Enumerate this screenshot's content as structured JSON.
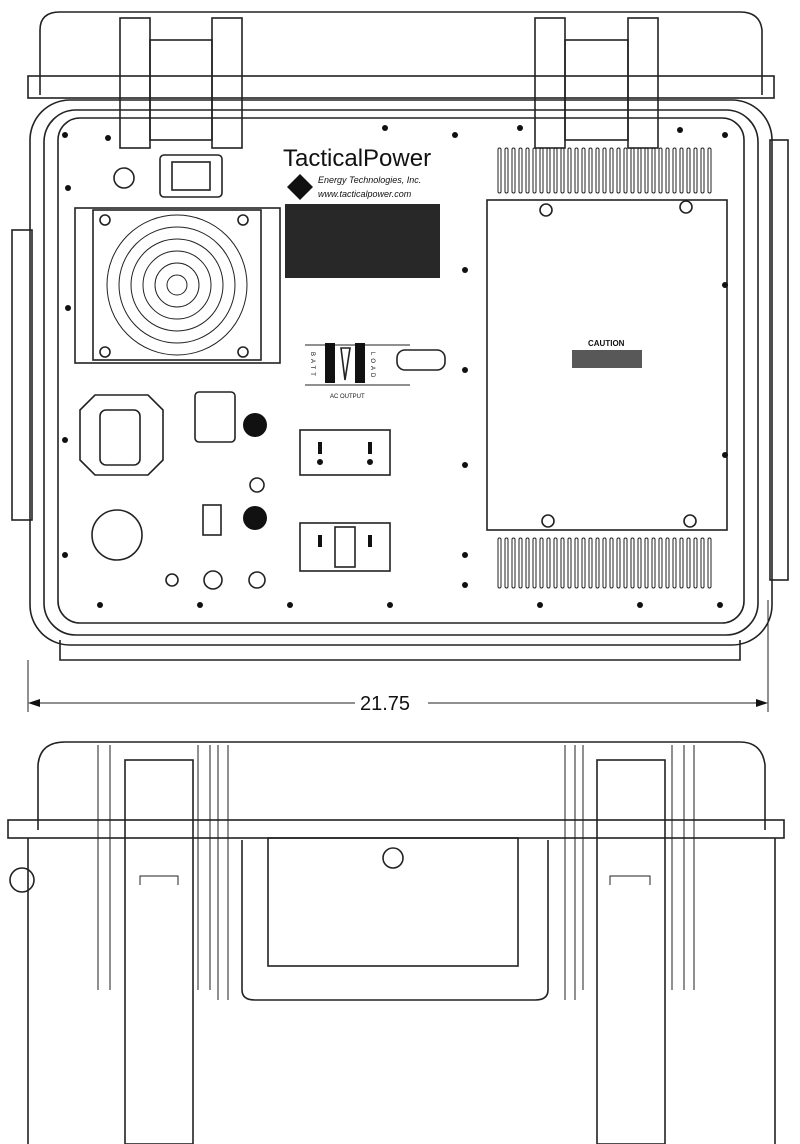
{
  "front_view": {
    "brand": "TacticalPower",
    "brand_sub": "Energy Technologies, Inc.",
    "website": "www.tacticalpower.com",
    "switch_left_label": "BATT",
    "switch_right_label": "LOAD",
    "ac_output_label": "AC OUTPUT",
    "caution_label": "CAUTION",
    "width_dimension": "21.75"
  },
  "colors": {
    "line": "#222222",
    "background": "#ffffff"
  }
}
